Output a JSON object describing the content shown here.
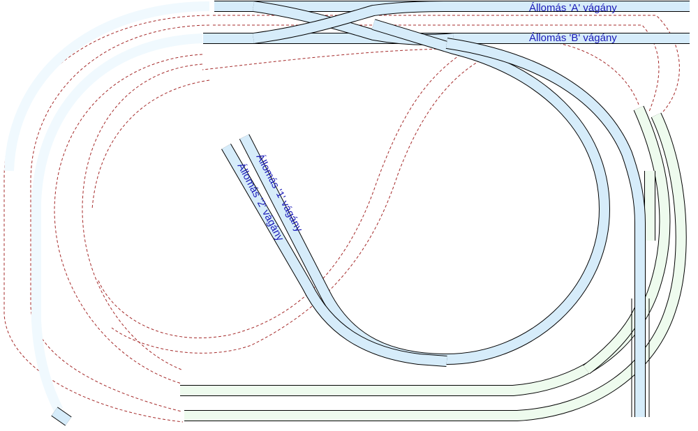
{
  "labels": {
    "track_a": "Állomás 'A' vágány",
    "track_b": "Állomás 'B' vágány",
    "track_1": "Állomás '1' vágány",
    "track_2": "Állomás '2' vágány"
  },
  "colors": {
    "station_track": "#d6ecfa",
    "loop_track": "#eefbee",
    "hidden_track": "#f0f9fe",
    "lower_level": "#a52a2a",
    "label": "#1a1ab8",
    "outline": "#000000"
  }
}
